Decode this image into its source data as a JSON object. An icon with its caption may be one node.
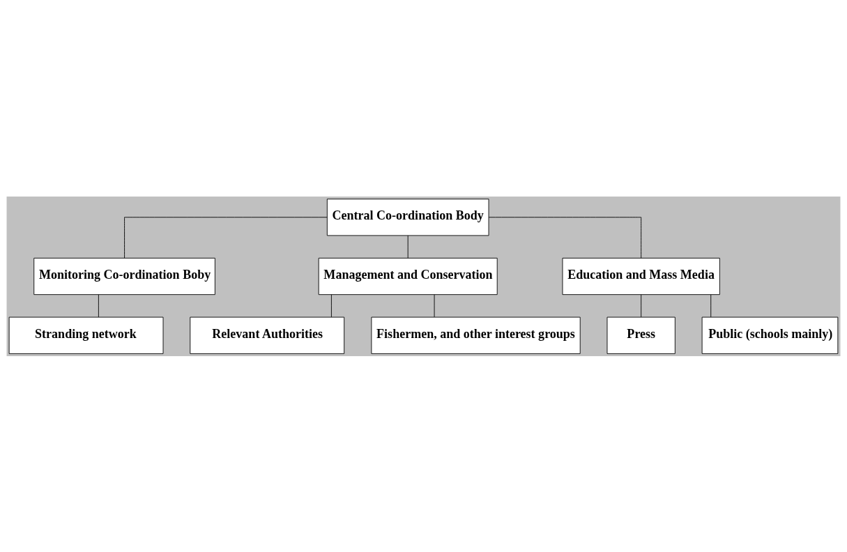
{
  "diagram": {
    "nodes": [
      {
        "text": [
          "Central Co-ordination Body"
        ]
      },
      {
        "text": [
          "Monitoring Co-ordination Boby"
        ]
      },
      {
        "text": [
          "Management and Conservation"
        ]
      },
      {
        "text": [
          "Stranding network"
        ]
      },
      {
        "text": [
          "Relevant Authorities"
        ]
      },
      {
        "text": [
          "Education and Mass Media"
        ]
      },
      {
        "text": [
          "Press"
        ]
      },
      {
        "text": [
          "Fishermen, and other interest groups"
        ]
      },
      {
        "text": [
          "Public (schools mainly)"
        ]
      }
    ],
    "edges": [
      {
        "from": 0,
        "to": 1,
        "arrow": "none"
      },
      {
        "from": 0,
        "to": 2,
        "arrow": "none"
      },
      {
        "from": 0,
        "to": 5,
        "arrow": "none"
      },
      {
        "from": 1,
        "to": 3,
        "arrow": "none"
      },
      {
        "from": 2,
        "to": 4,
        "arrow": "none"
      },
      {
        "from": 5,
        "to": 6,
        "arrow": "none"
      },
      {
        "from": 5,
        "to": 8,
        "arrow": "none"
      },
      {
        "from": 2,
        "to": 7,
        "arrow": "none"
      }
    ]
  }
}
